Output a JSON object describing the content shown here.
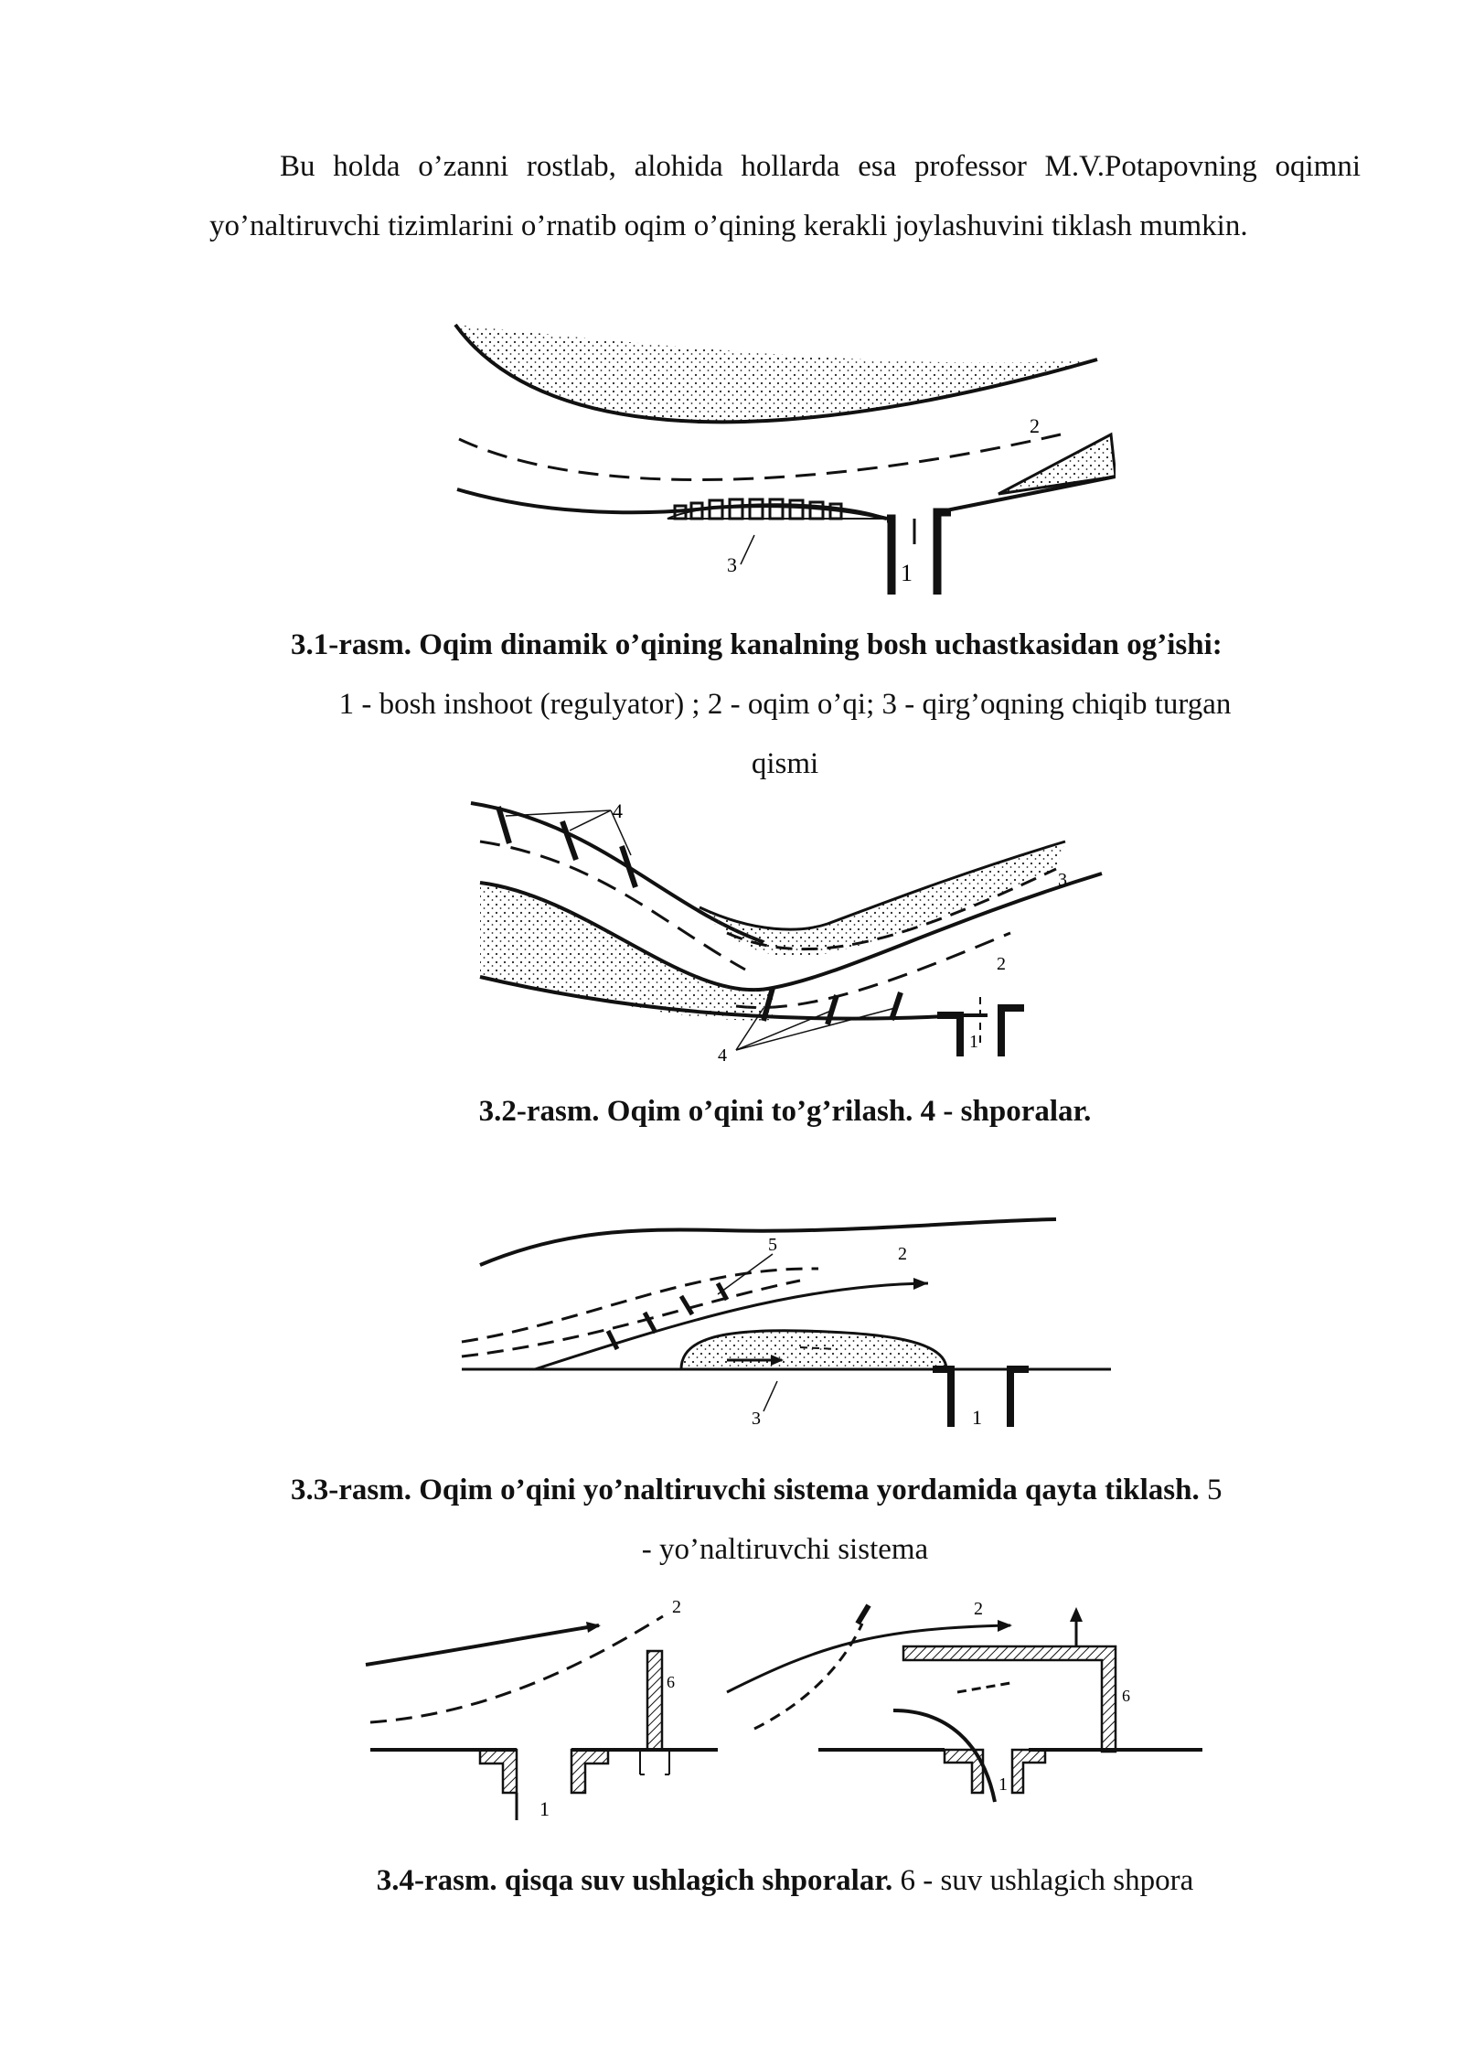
{
  "paragraph": "Bu holda o’zanni rostlab, alohida hollarda esa professor M.V.Potapovning oqimni yo’naltiruvchi tizimlarini o’rnatib oqim o’qining kerakli joylashuvini tiklash mumkin.",
  "figures": [
    {
      "caption_bold": "3.1-rasm. Oqim dinamik o’qining kanalning bosh uchastkasidan og’ishi:",
      "caption_line2": "1 - bosh inshoot (regulyator) ; 2 - oqim o’qi; 3 - qirg’oqning chiqib turgan",
      "caption_line3": "qismi",
      "labels": [
        "1",
        "2",
        "3"
      ]
    },
    {
      "caption_bold": "3.2-rasm. Oqim o’qini to’g’rilash. 4 - shporalar.",
      "labels": [
        "1",
        "2",
        "3",
        "4",
        "4"
      ]
    },
    {
      "caption_bold": "3.3-rasm. Oqim o’qini yo’naltiruvchi sistema yordamida qayta tiklash.",
      "caption_normal": " 5",
      "caption_line2": "- yo’naltiruvchi sistema",
      "labels": [
        "1",
        "2",
        "3",
        "5"
      ]
    },
    {
      "caption_bold": "3.4-rasm. qisqa suv ushlagich shporalar.",
      "caption_normal": " 6 - suv ushlagich shpora",
      "labels": [
        "1",
        "2",
        "6",
        "1",
        "2",
        "6"
      ]
    }
  ]
}
